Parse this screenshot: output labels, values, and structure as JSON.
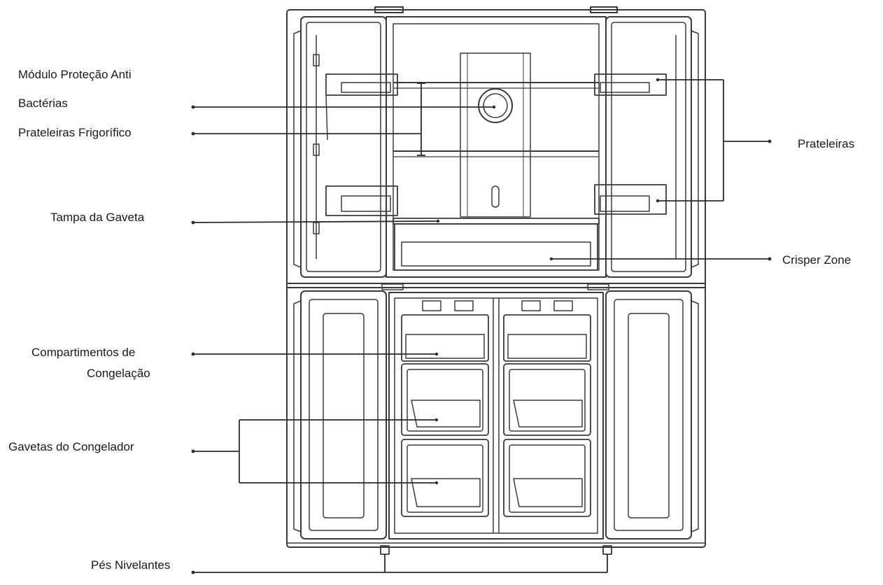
{
  "labels": {
    "anti_bacteria_line1": "Módulo  Proteção  Anti",
    "anti_bacteria_line2": "Bactérias",
    "fridge_shelves": "Prateleiras Frigorífico",
    "drawer_cover": "Tampa da Gaveta",
    "freezer_compartments_line1": "Compartimentos de",
    "freezer_compartments_line2": "Congelação",
    "freezer_drawers": "Gavetas do Congelador",
    "leveling_feet": "Pés Nivelantes",
    "door_shelves": "Prateleiras",
    "crisper_zone": "Crisper Zone"
  },
  "colors": {
    "line": "#2b2b2b",
    "outline": "#3a3a3a",
    "text": "#1a1a1a"
  }
}
